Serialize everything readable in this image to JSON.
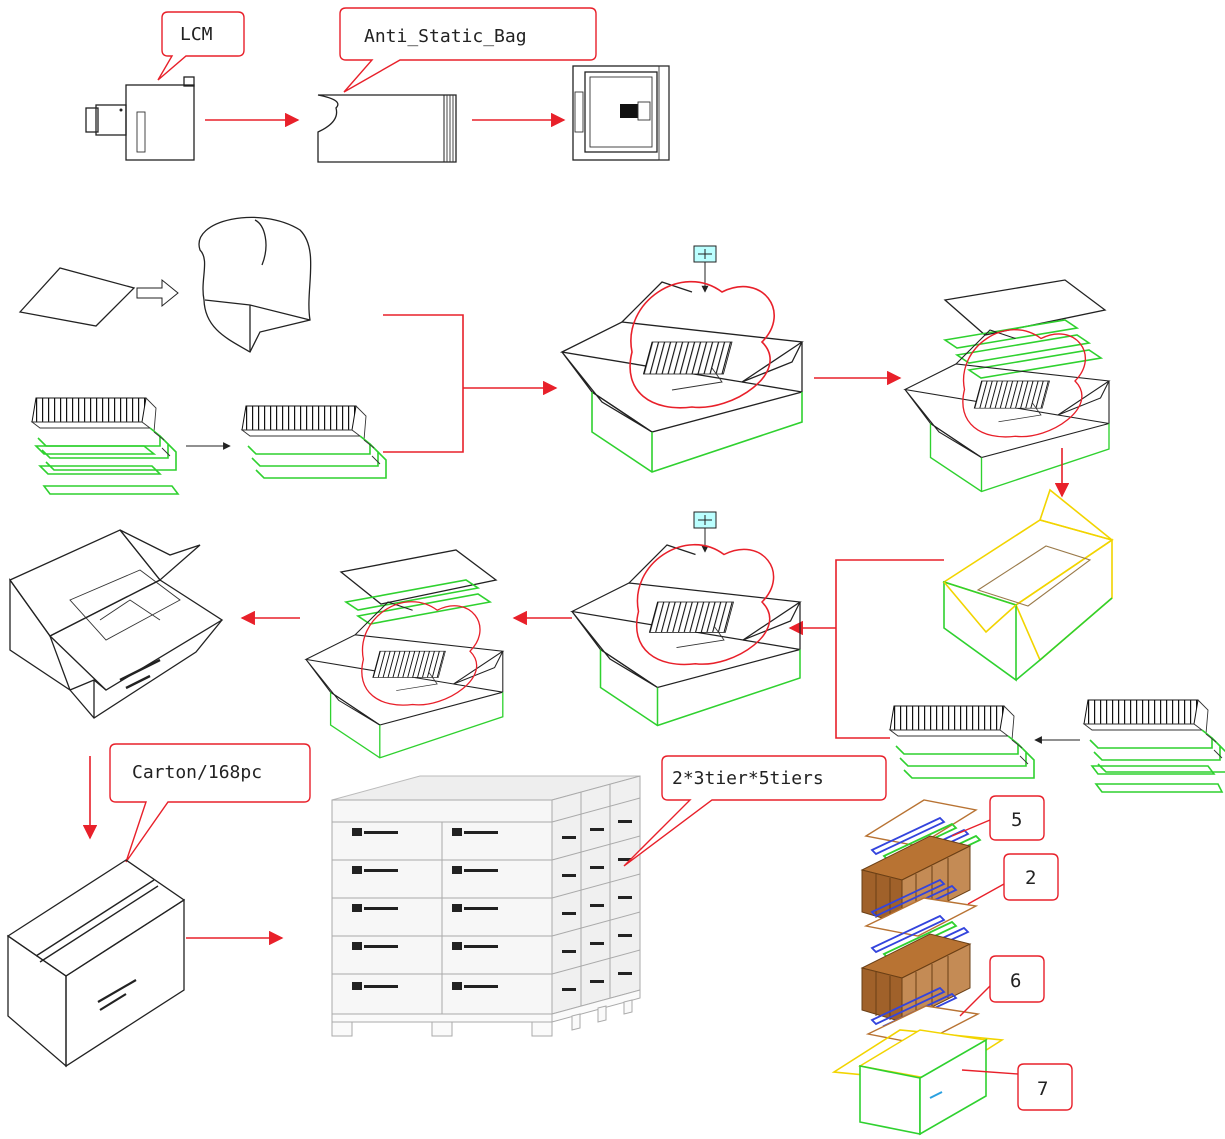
{
  "callouts": {
    "lcm": "LCM",
    "bag": "Anti_Static_Bag",
    "carton": "Carton/168pc",
    "pallet": "2*3tier*5tiers"
  },
  "layer_numbers": [
    "5",
    "2",
    "6",
    "7"
  ],
  "colors": {
    "arrow": "#e8202a",
    "tray_highlight": "#2fd12f",
    "outer_carton": "#f2d400",
    "spacer": "#b87333",
    "tray_blue": "#3344dd"
  }
}
